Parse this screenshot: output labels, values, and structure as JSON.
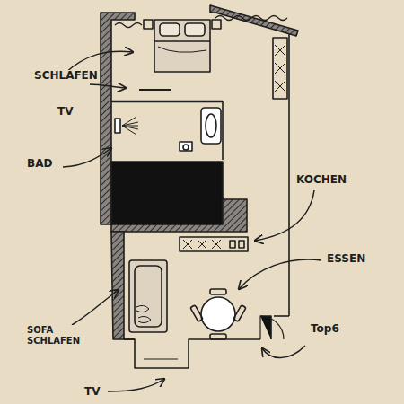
{
  "diagram": {
    "labels": [
      "SCHLAFEN",
      "TV",
      "BAD",
      "KOCHEN",
      "ESSEN",
      "SOFA SCHLAFEN",
      "TV",
      "Top6"
    ]
  }
}
